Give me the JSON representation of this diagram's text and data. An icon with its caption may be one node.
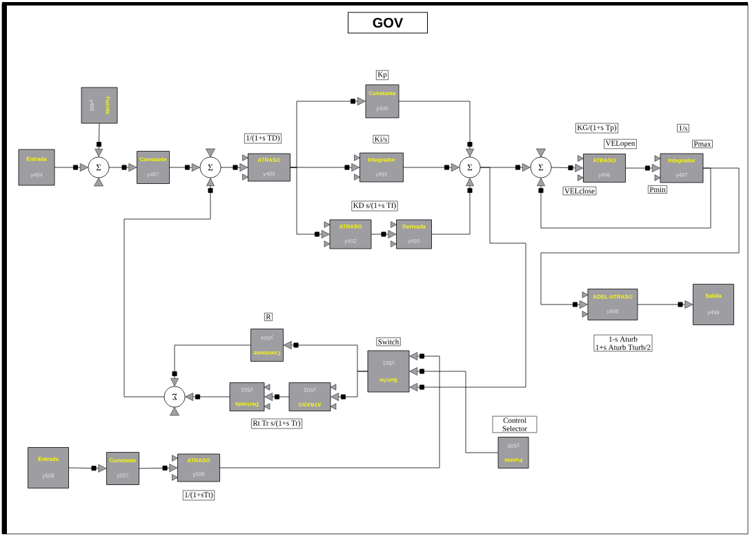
{
  "diagram": {
    "title": "GOV",
    "nodes": [
      {
        "text": [
          "Entrada",
          "y484"
        ]
      },
      {
        "text": [
          "Fuente",
          "y486"
        ]
      },
      {
        "text": [
          "Σ"
        ]
      },
      {
        "text": [
          "Constante",
          "y487"
        ]
      },
      {
        "text": [
          "Σ"
        ]
      },
      {
        "text": [
          "ATRASO",
          "y489"
        ],
        "beside": [
          "1/(1+s TD)"
        ]
      },
      {
        "text": [
          "Constante",
          "y490"
        ],
        "beside": [
          "Kp"
        ]
      },
      {
        "text": [
          "Integrador",
          "y491"
        ],
        "beside": [
          "Ki/s"
        ]
      },
      {
        "text": [
          "ATRASO",
          "y492"
        ],
        "beside": [
          "KD s/(1+s Tf)"
        ]
      },
      {
        "text": [
          "Derivada",
          "y493"
        ]
      },
      {
        "text": [
          "Σ"
        ]
      },
      {
        "text": [
          "Σ"
        ]
      },
      {
        "text": [
          "ATRASO",
          "y496"
        ],
        "beside": [
          "KG/(1+s Tp)",
          "VELopen",
          "VELclose"
        ]
      },
      {
        "text": [
          "Integrador",
          "y497"
        ],
        "beside": [
          "1/s",
          "Pmax",
          "Pmin"
        ]
      },
      {
        "text": [
          "ADEL-ATRASO",
          "y498"
        ],
        "beside": [
          "1-s Aturb",
          "1+s Aturb Tturb/2"
        ]
      },
      {
        "text": [
          "Salida",
          "y499"
        ]
      },
      {
        "text": [
          "Constante",
          "y504"
        ],
        "beside": [
          "R"
        ]
      },
      {
        "text": [
          "Suiche",
          "y501"
        ],
        "beside": [
          "Switch"
        ]
      },
      {
        "text": [
          "Σ"
        ]
      },
      {
        "text": [
          "Derivada",
          "y503"
        ]
      },
      {
        "text": [
          "ATRASO",
          "y502"
        ],
        "beside": [
          "Rt Tr s/(1+s Tr)"
        ]
      },
      {
        "text": [
          "Fuente",
          "y500"
        ],
        "beside": [
          "Control Selector"
        ]
      },
      {
        "text": [
          "Entrada",
          "y508"
        ]
      },
      {
        "text": [
          "Constante",
          "y507"
        ]
      },
      {
        "text": [
          "ATRASO",
          "y506"
        ],
        "beside": [
          "1/(1+sTt)"
        ]
      }
    ],
    "edges": [
      {
        "from": 0,
        "to": 2,
        "arrow": "to"
      },
      {
        "from": 1,
        "to": 2,
        "arrow": "to"
      },
      {
        "from": 2,
        "to": 3,
        "arrow": "to"
      },
      {
        "from": 3,
        "to": 4,
        "arrow": "to"
      },
      {
        "from": 4,
        "to": 5,
        "arrow": "to"
      },
      {
        "from": 5,
        "to": 6,
        "arrow": "to"
      },
      {
        "from": 5,
        "to": 7,
        "arrow": "to"
      },
      {
        "from": 5,
        "to": 8,
        "arrow": "to"
      },
      {
        "from": 8,
        "to": 9,
        "arrow": "to"
      },
      {
        "from": 6,
        "to": 10,
        "arrow": "to"
      },
      {
        "from": 7,
        "to": 10,
        "arrow": "to"
      },
      {
        "from": 9,
        "to": 10,
        "arrow": "to"
      },
      {
        "from": 10,
        "to": 11,
        "arrow": "to"
      },
      {
        "from": 10,
        "to": 17,
        "arrow": "to"
      },
      {
        "from": 11,
        "to": 12,
        "arrow": "to"
      },
      {
        "from": 12,
        "to": 13,
        "arrow": "to"
      },
      {
        "from": 13,
        "to": 11,
        "arrow": "to"
      },
      {
        "from": 13,
        "to": 14,
        "arrow": "to"
      },
      {
        "from": 14,
        "to": 15,
        "arrow": "to"
      },
      {
        "from": 17,
        "to": 16,
        "arrow": "to"
      },
      {
        "from": 17,
        "to": 20,
        "arrow": "to"
      },
      {
        "from": 20,
        "to": 19,
        "arrow": "to"
      },
      {
        "from": 19,
        "to": 18,
        "arrow": "to"
      },
      {
        "from": 16,
        "to": 18,
        "arrow": "to"
      },
      {
        "from": 18,
        "to": 4,
        "arrow": "to"
      },
      {
        "from": 21,
        "to": 17,
        "arrow": "to"
      },
      {
        "from": 24,
        "to": 17,
        "arrow": "to"
      },
      {
        "from": 22,
        "to": 23,
        "arrow": "to"
      },
      {
        "from": 23,
        "to": 24,
        "arrow": "to"
      }
    ]
  }
}
